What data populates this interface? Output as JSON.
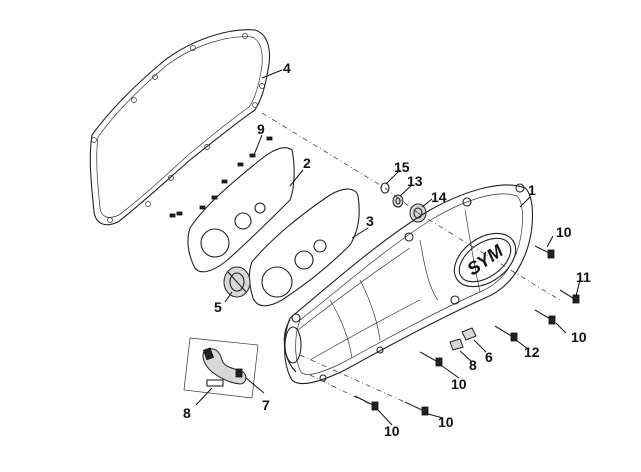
{
  "diagram": {
    "callouts": [
      {
        "id": "c1",
        "text": "1"
      },
      {
        "id": "c2",
        "text": "2"
      },
      {
        "id": "c3",
        "text": "3"
      },
      {
        "id": "c4",
        "text": "4"
      },
      {
        "id": "c5",
        "text": "5"
      },
      {
        "id": "c6",
        "text": "6"
      },
      {
        "id": "c7",
        "text": "7"
      },
      {
        "id": "c8a",
        "text": "8"
      },
      {
        "id": "c8b",
        "text": "8"
      },
      {
        "id": "c9",
        "text": "9"
      },
      {
        "id": "c10a",
        "text": "10"
      },
      {
        "id": "c10b",
        "text": "10"
      },
      {
        "id": "c10c",
        "text": "10"
      },
      {
        "id": "c10d",
        "text": "10"
      },
      {
        "id": "c10e",
        "text": "10"
      },
      {
        "id": "c11",
        "text": "11"
      },
      {
        "id": "c12",
        "text": "12"
      },
      {
        "id": "c13",
        "text": "13"
      },
      {
        "id": "c14",
        "text": "14"
      },
      {
        "id": "c15",
        "text": "15"
      }
    ],
    "logo_text": "SYM",
    "colors": {
      "line": "#222222",
      "background": "#ffffff",
      "shade": "#d8d8d8"
    }
  }
}
